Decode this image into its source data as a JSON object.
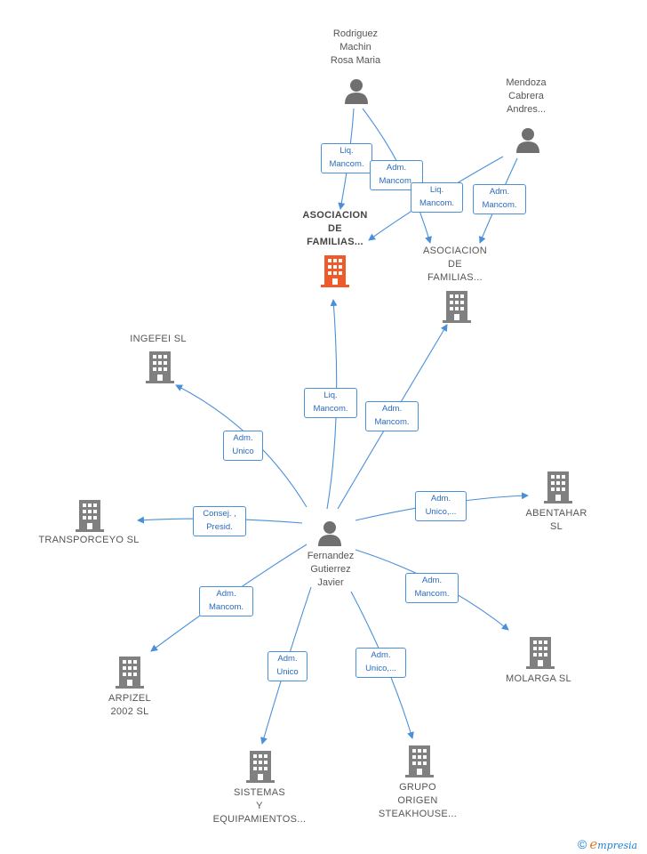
{
  "colors": {
    "edge": "#4a90d9",
    "building": "#808080",
    "building_main": "#f0592a",
    "person": "#6f6f6f"
  },
  "persons": {
    "rodriguez": "Rodriguez\nMachin\nRosa Maria",
    "mendoza": "Mendoza\nCabrera\nAndres...",
    "fernandez": "Fernandez\nGutierrez\nJavier"
  },
  "companies": {
    "asociacion_main": "ASOCIACION\nDE\nFAMILIAS...",
    "asociacion_2": "ASOCIACION\nDE\nFAMILIAS...",
    "ingefei": "INGEFEI SL",
    "transporceyo": "TRANSPORCEYO SL",
    "abentahar": "ABENTAHAR\nSL",
    "arpizel": "ARPIZEL\n2002  SL",
    "molarga": "MOLARGA  SL",
    "sistemas": "SISTEMAS\nY\nEQUIPAMIENTOS...",
    "grupo_origen": "GRUPO\nORIGEN\nSTEAKHOUSE..."
  },
  "relations": {
    "rod_main": "Liq.\nMancom.",
    "rod_aso2": "Adm.\nMancom.",
    "men_main": "Liq.\nMancom.",
    "men_aso2": "Adm.\nMancom.",
    "fer_main": "Liq.\nMancom.",
    "fer_aso2": "Adm.\nMancom.",
    "fer_ingefei": "Adm.\nUnico",
    "fer_transporceyo": "Consej. ,\nPresid.",
    "fer_abentahar": "Adm.\nUnico,...",
    "fer_arpizel": "Adm.\nMancom.",
    "fer_molarga": "Adm.\nMancom.",
    "fer_sistemas": "Adm.\nUnico",
    "fer_grupo": "Adm.\nUnico,..."
  },
  "footer": {
    "copyright": "©",
    "brand_e": "e",
    "brand_rest": "mpresia"
  }
}
